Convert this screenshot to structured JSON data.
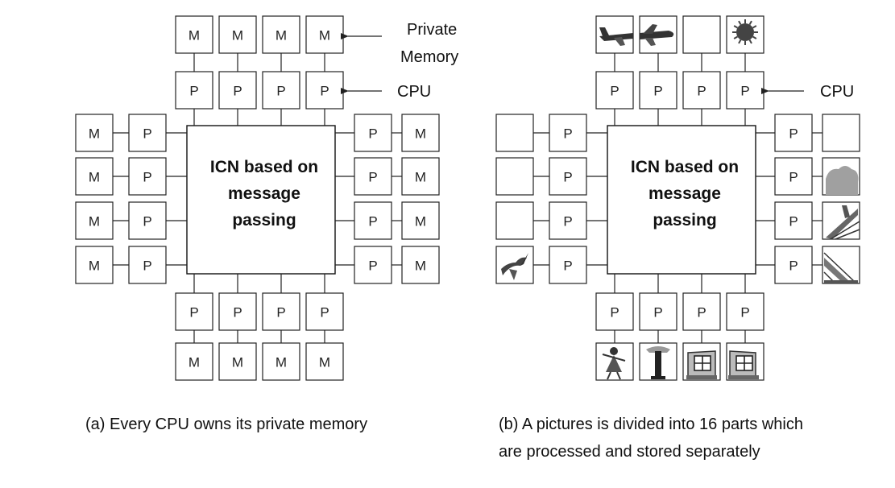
{
  "diagram_a": {
    "core_lines": [
      "ICN based on",
      "message",
      "passing"
    ],
    "memory_label": "M",
    "cpu_label": "P",
    "anno_memory": [
      "Private",
      "Memory"
    ],
    "anno_cpu": "CPU",
    "caption": "(a) Every CPU owns its private memory"
  },
  "diagram_b": {
    "core_lines": [
      "ICN based on",
      "message",
      "passing"
    ],
    "cpu_label": "P",
    "anno_cpu": "CPU",
    "caption_lines": [
      "(b) A pictures is divided into 16 parts which",
      "are processed and stored separately"
    ],
    "picture_parts": {
      "top": [
        "plane-left-icon",
        "plane-right-icon",
        "empty",
        "sun-icon"
      ],
      "left": [
        "empty",
        "empty",
        "empty",
        "bird-icon"
      ],
      "right": [
        "empty",
        "cloud-icon",
        "roof-top-icon",
        "roof-bottom-icon"
      ],
      "bottom": [
        "girl-icon",
        "tree-icon",
        "window-left-icon",
        "window-right-icon"
      ]
    }
  }
}
